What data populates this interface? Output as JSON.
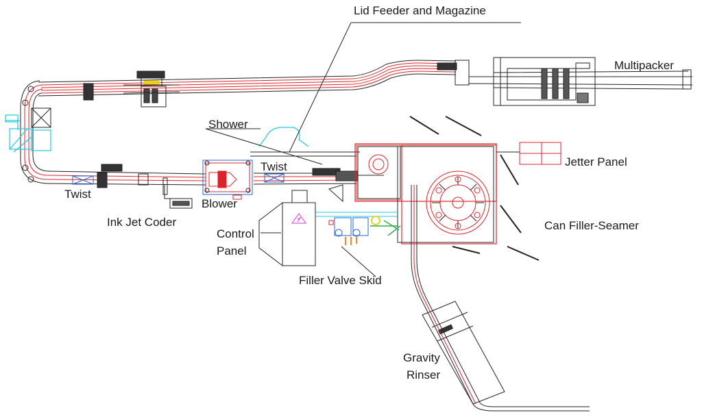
{
  "labels": {
    "lid_feeder": "Lid Feeder and Magazine",
    "multipacker": "Multipacker",
    "shower": "Shower",
    "twist_left": "Twist",
    "twist_right": "Twist",
    "jetter_panel": "Jetter  Panel",
    "blower": "Blower",
    "ink_jet_coder": "Ink Jet Coder",
    "control_panel_line1": "Control",
    "control_panel_line2": "Panel",
    "can_filler_seamer": "Can Filler-Seamer",
    "filler_valve_skid": "Filler Valve Skid",
    "gravity_rinser_line1": "Gravity",
    "gravity_rinser_line2": "Rinser"
  },
  "colors": {
    "line": "#222222",
    "conveyor": "#d9252a",
    "accent_cyan": "#1ec8e0",
    "accent_blue": "#2b63d6",
    "accent_green": "#2fae4a",
    "accent_yellow": "#e8d21c",
    "accent_orange": "#f08a1e",
    "accent_magenta": "#d43ad4"
  }
}
